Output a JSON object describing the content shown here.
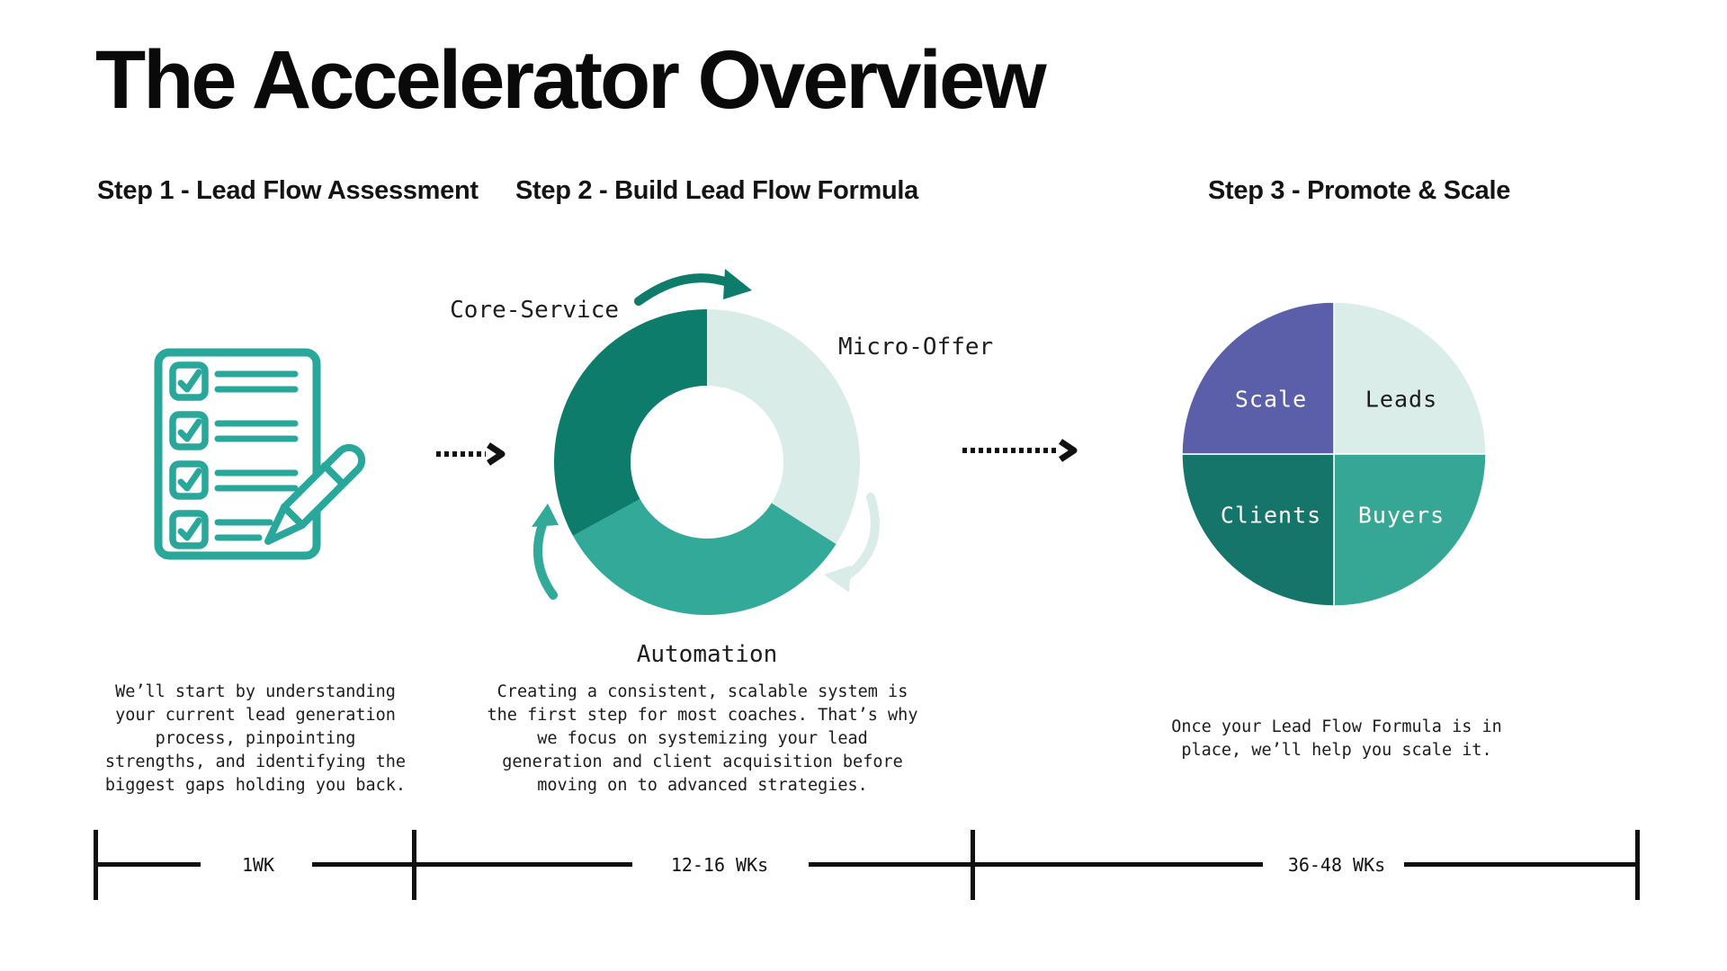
{
  "page": {
    "title": "The Accelerator Overview"
  },
  "colors": {
    "accent_teal": "#2AA79B",
    "donut_dark": "#0E7C6B",
    "donut_mid": "#33A99A",
    "mint": "#D9ECE8",
    "purple": "#5B5EA9",
    "pie_mid": "#35A794",
    "pie_dark": "#16756B",
    "ink": "#141414"
  },
  "steps": [
    {
      "label": "Step 1 - Lead Flow Assessment",
      "description": "We’ll start by understanding\nyour current lead generation\nprocess, pinpointing\nstrengths, and identifying the\nbiggest gaps holding you back.",
      "duration": "1WK"
    },
    {
      "label": "Step 2 - Build Lead Flow Formula",
      "description": "Creating a consistent, scalable system is\nthe first step for most coaches. That’s why\nwe focus on systemizing your lead\ngeneration and client acquisition before\nmoving on to advanced strategies.",
      "duration": "12-16 WKs"
    },
    {
      "label": "Step 3 - Promote & Scale",
      "description": "Once your Lead Flow Formula is in\nplace, we’ll help you scale it.",
      "duration": "36-48 WKs"
    }
  ],
  "chart_data": [
    {
      "type": "pie",
      "variant": "donut",
      "title": "Lead Flow Formula cycle",
      "inner_radius_ratio": 0.5,
      "start_angle_deg": 0,
      "clockwise": true,
      "legend_position": "outside-labels",
      "segments": [
        {
          "label": "Micro-Offer",
          "value": 34,
          "color": "#D9ECE8"
        },
        {
          "label": "Automation",
          "value": 33,
          "color": "#33A99A"
        },
        {
          "label": "Core-Service",
          "value": 33,
          "color": "#0E7C6B"
        }
      ]
    },
    {
      "type": "pie",
      "variant": "quadrant-pie",
      "title": "Promote & Scale funnel quadrants",
      "start_angle_deg": 0,
      "clockwise": true,
      "legend_position": "inside-labels",
      "segments": [
        {
          "label": "Leads",
          "value": 25,
          "color": "#DBEDE9",
          "text_color": "#1a1a1a"
        },
        {
          "label": "Buyers",
          "value": 25,
          "color": "#35A794",
          "text_color": "#ffffff"
        },
        {
          "label": "Clients",
          "value": 25,
          "color": "#16756B",
          "text_color": "#ffffff"
        },
        {
          "label": "Scale",
          "value": 25,
          "color": "#5B5EA9",
          "text_color": "#ffffff"
        }
      ]
    }
  ]
}
